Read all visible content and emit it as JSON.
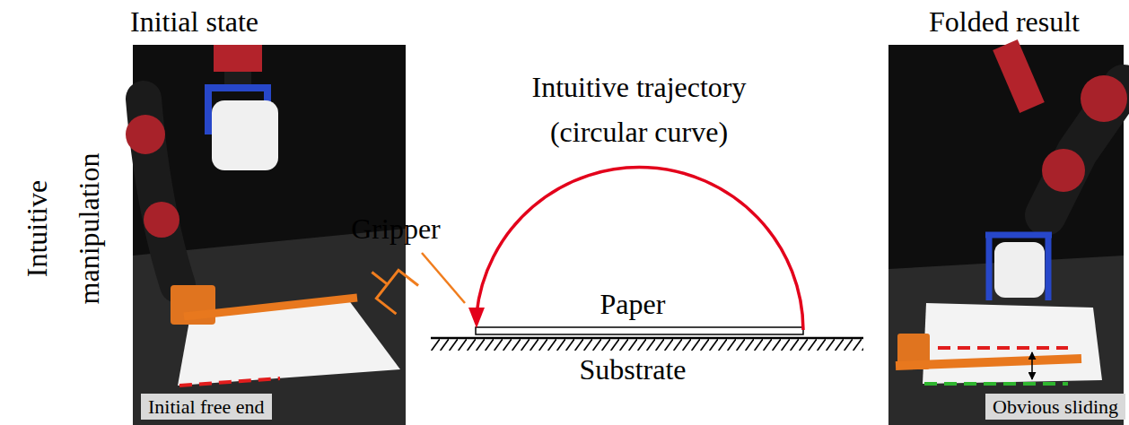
{
  "diagram": {
    "nodes": [
      {
        "text": [
          "Initial state"
        ]
      },
      {
        "text": [
          "Initial free end"
        ],
        "in": 0
      },
      {
        "text": [
          "Folded result"
        ]
      },
      {
        "text": [
          "Obvious sliding"
        ],
        "in": 2
      }
    ],
    "labels": [
      "Intuitive manipulation",
      "Intuitive trajectory (circular curve)",
      "Gripper",
      "Paper",
      "Substrate"
    ]
  }
}
